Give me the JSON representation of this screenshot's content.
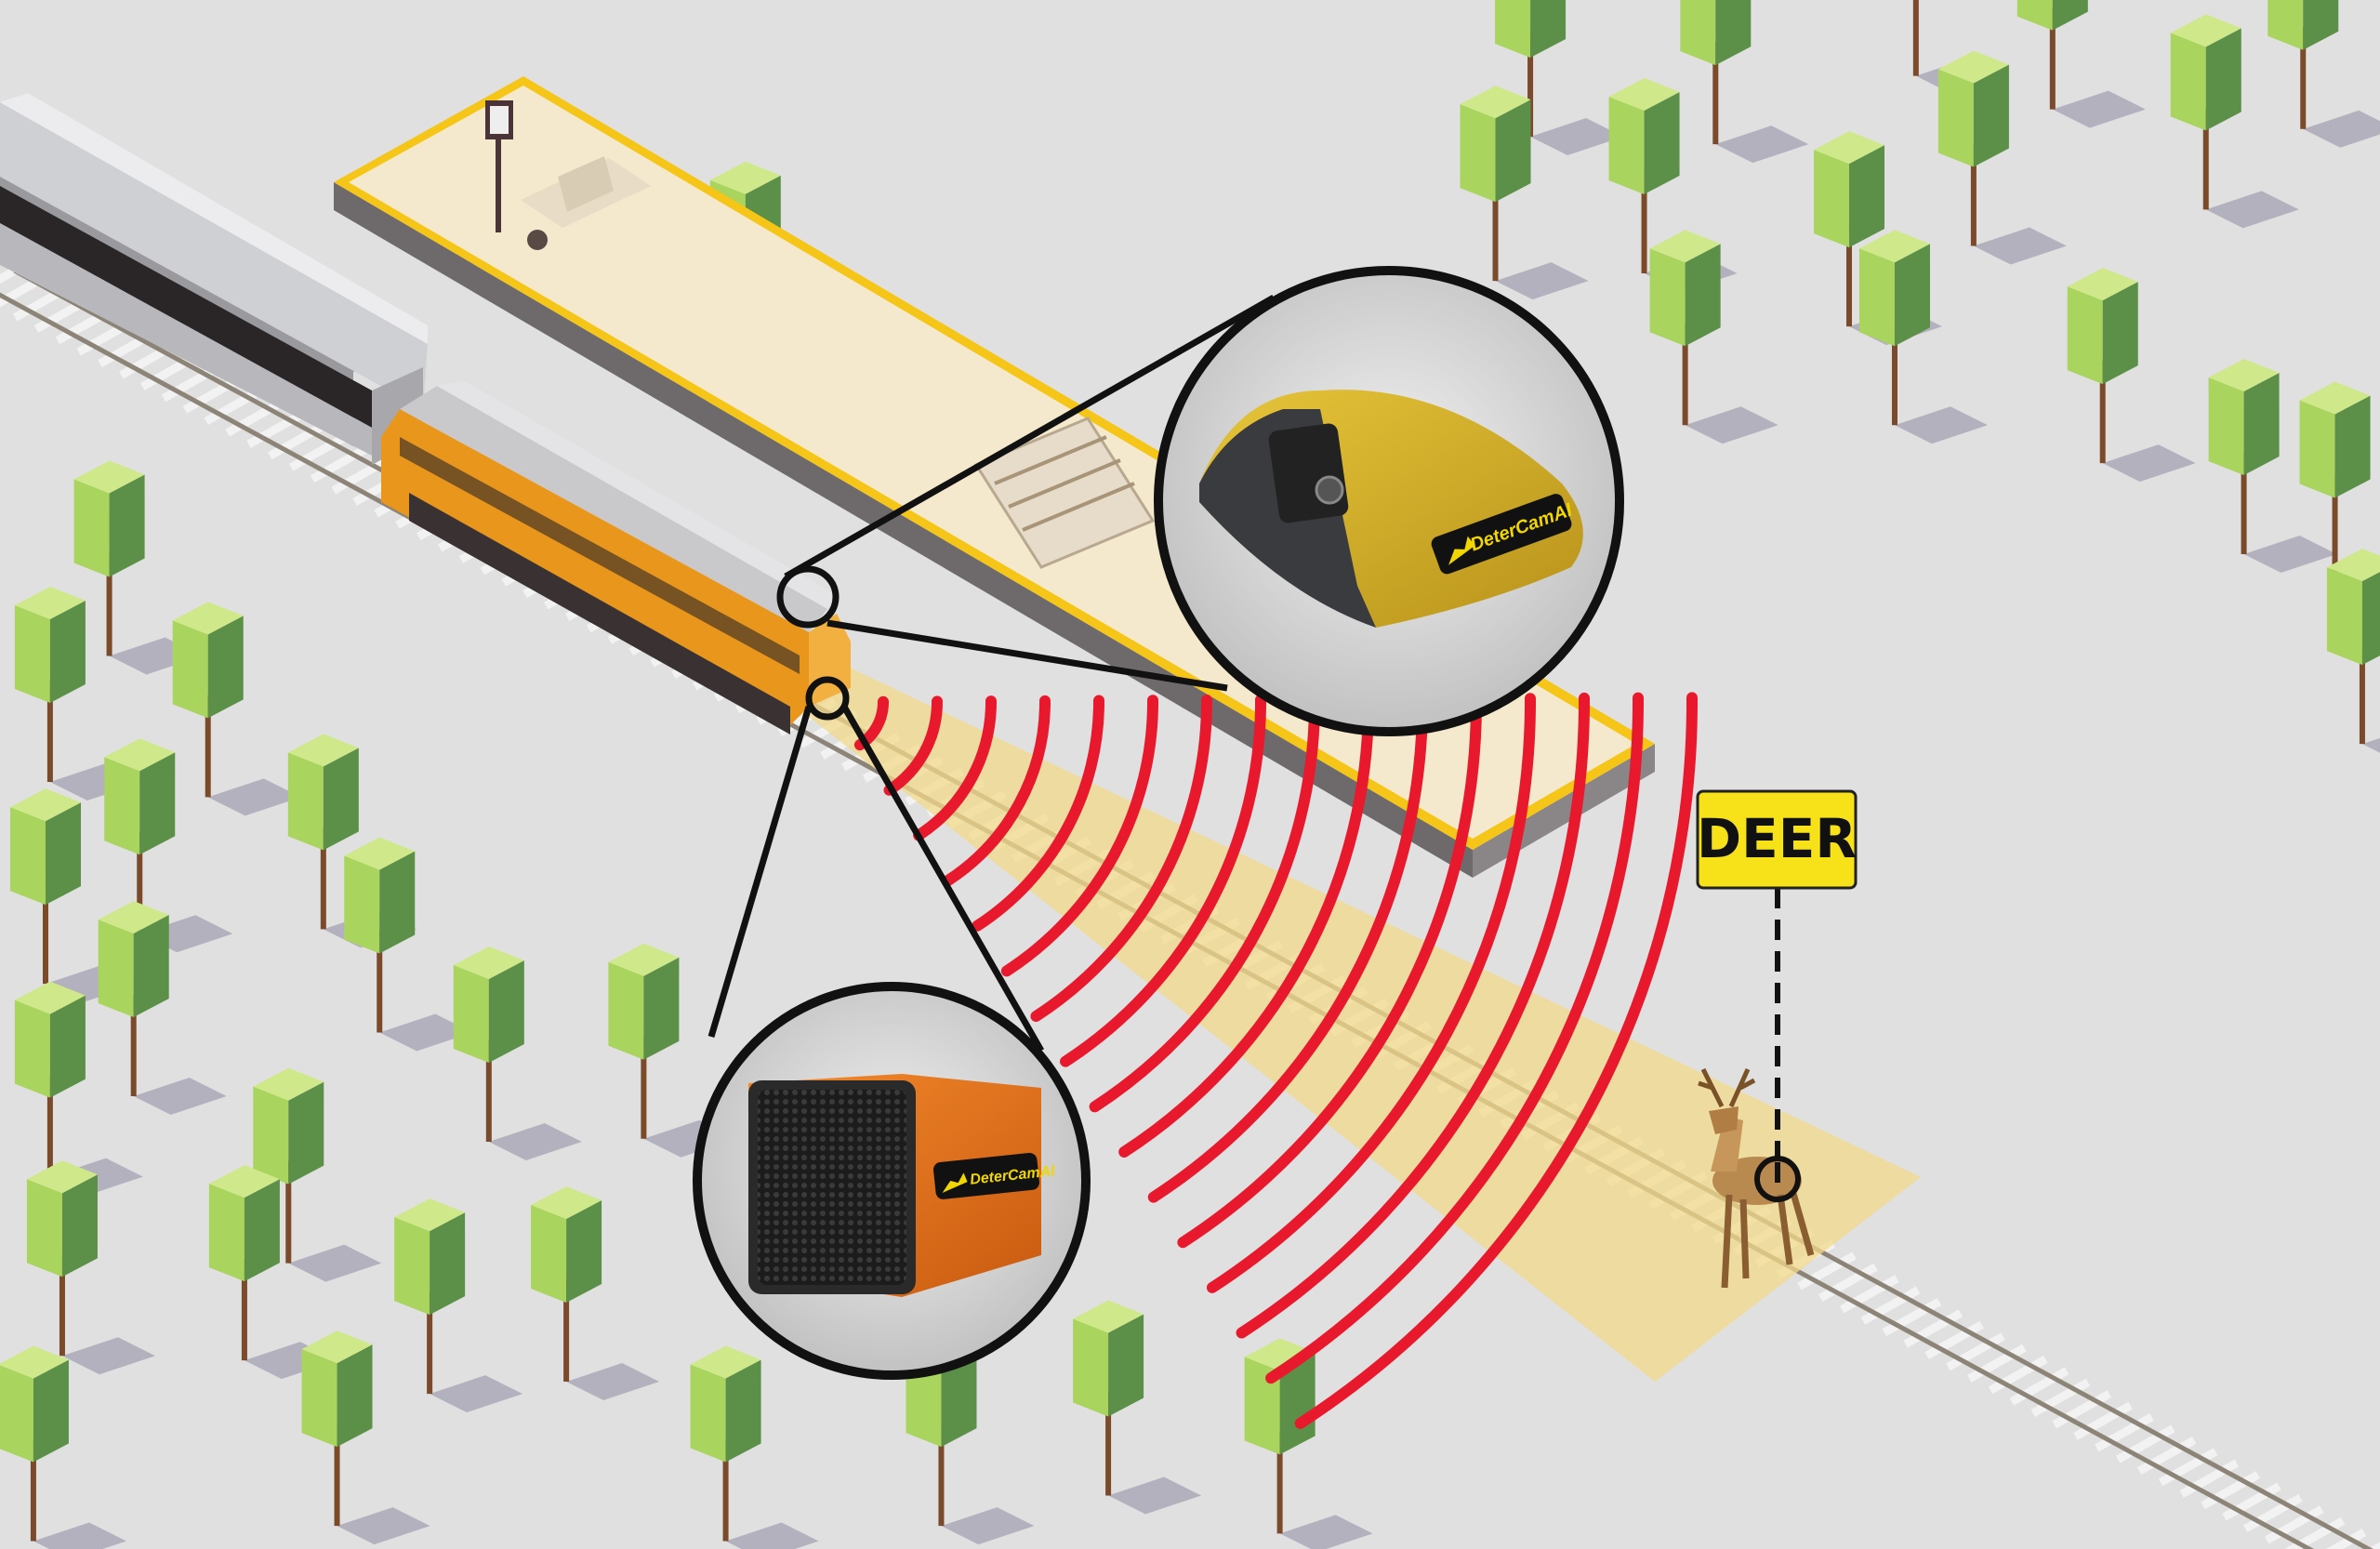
{
  "scene": {
    "detection_label": "DEER",
    "camera_brand_label": "DeterCamAI",
    "processor_brand_label": "DeterCamAI"
  },
  "colors": {
    "background": "#e0e0e0",
    "beam": "#f3d98a",
    "radar_waves": "#e8192c",
    "platform_edge": "#f5c518",
    "locomotive": "#f0a22a",
    "camera_housing": "#d8b22a",
    "processor_box": "#e8741c",
    "label_bg": "#f7e21a"
  }
}
